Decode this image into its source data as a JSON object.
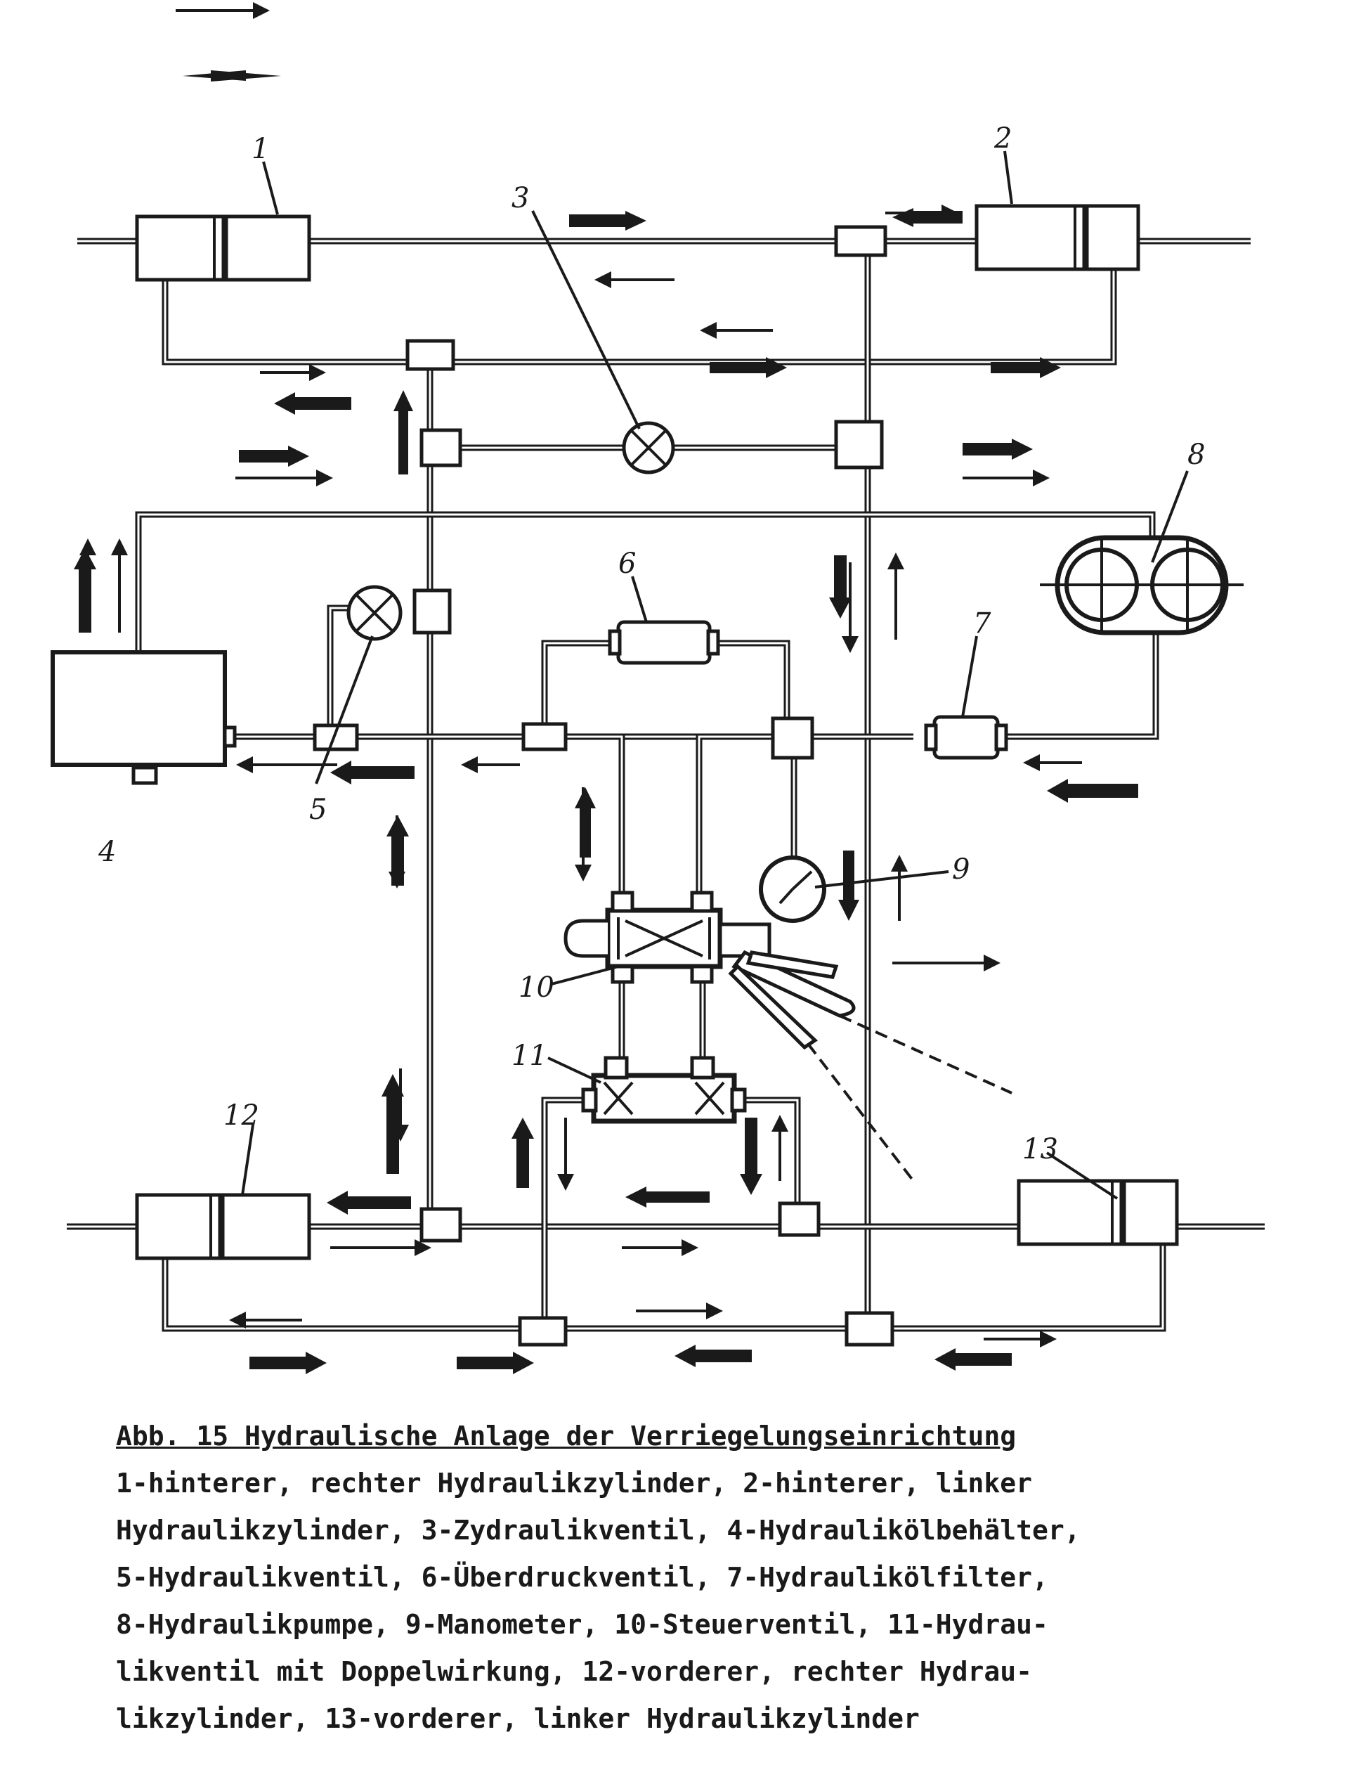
{
  "figure": {
    "component_numbers": [
      "1",
      "2",
      "3",
      "4",
      "5",
      "6",
      "7",
      "8",
      "9",
      "10",
      "11",
      "12",
      "13"
    ]
  },
  "caption": {
    "title": "Abb. 15 Hydraulische Anlage der Verriegelungseinrichtung",
    "lines": [
      "1-hinterer, rechter Hydraulikzylinder, 2-hinterer, linker",
      "Hydraulikzylinder, 3-Zydraulikventil, 4-Hydraulikölbehälter,",
      "5-Hydraulikventil, 6-Überdruckventil, 7-Hydraulikölfilter,",
      "8-Hydraulikpumpe, 9-Manometer, 10-Steuerventil, 11-Hydrau-",
      "likventil mit Doppelwirkung, 12-vorderer, rechter Hydrau-",
      "likzylinder, 13-vorderer, linker Hydraulikzylinder"
    ]
  },
  "colors": {
    "ink": "#1a1a1a",
    "paper": "#ffffff"
  }
}
